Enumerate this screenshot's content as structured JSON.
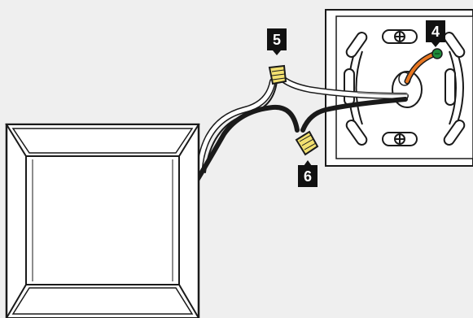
{
  "callouts": [
    {
      "id": "4",
      "label": "4",
      "target": "ground-wire-connector"
    },
    {
      "id": "5",
      "label": "5",
      "target": "white-wire-nut"
    },
    {
      "id": "6",
      "label": "6",
      "target": "black-wire-nut"
    }
  ],
  "colors": {
    "background": "#efefef",
    "outline": "#1a1a1a",
    "white_wire": "#ffffff",
    "black_wire": "#1a1a1a",
    "ground_wire": "#e87722",
    "ground_cap": "#1e8a3a",
    "wire_nut": "#f2e070",
    "callout_bg": "#111111",
    "callout_text": "#ffffff",
    "fixture_fill": "#ffffff"
  }
}
